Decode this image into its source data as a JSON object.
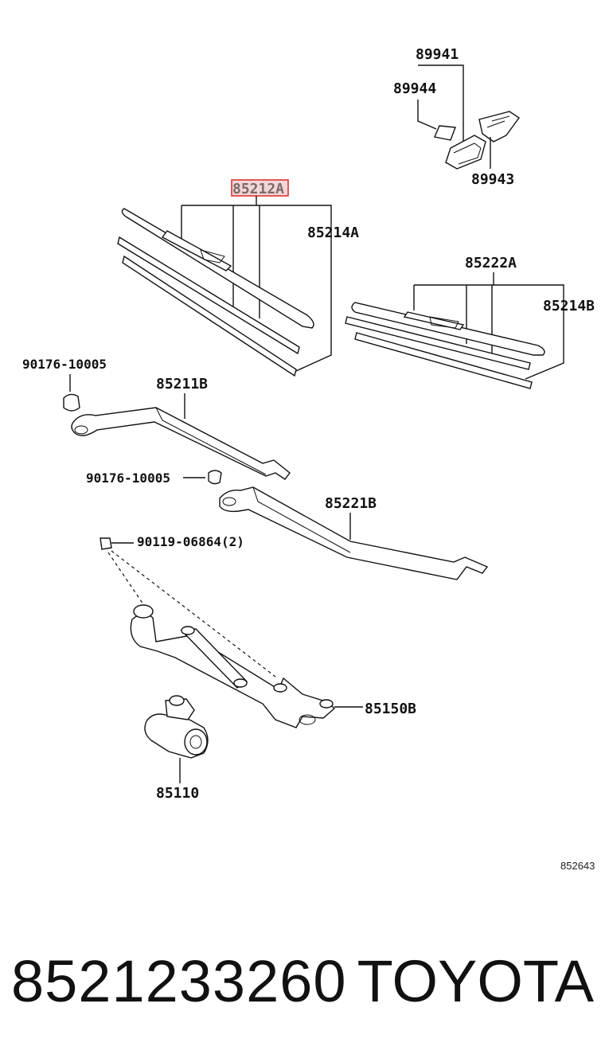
{
  "labels": {
    "p89941": "89941",
    "p89944": "89944",
    "p89943": "89943",
    "p85212A": "85212A",
    "p85214A": "85214A",
    "p85222A": "85222A",
    "p85214B": "85214B",
    "p90176_a": "90176-10005",
    "p85211B": "85211B",
    "p90176_b": "90176-10005",
    "p85221B": "85221B",
    "p90119": "90119-06864(2)",
    "p85150B": "85150B",
    "p85110": "85110",
    "ref": "852643"
  },
  "highlight": {
    "color": "#d33333",
    "fill": "#f4d6d6",
    "target": "85212A"
  },
  "footer": {
    "part_number": "8521233260",
    "brand": "TOYOTA"
  }
}
